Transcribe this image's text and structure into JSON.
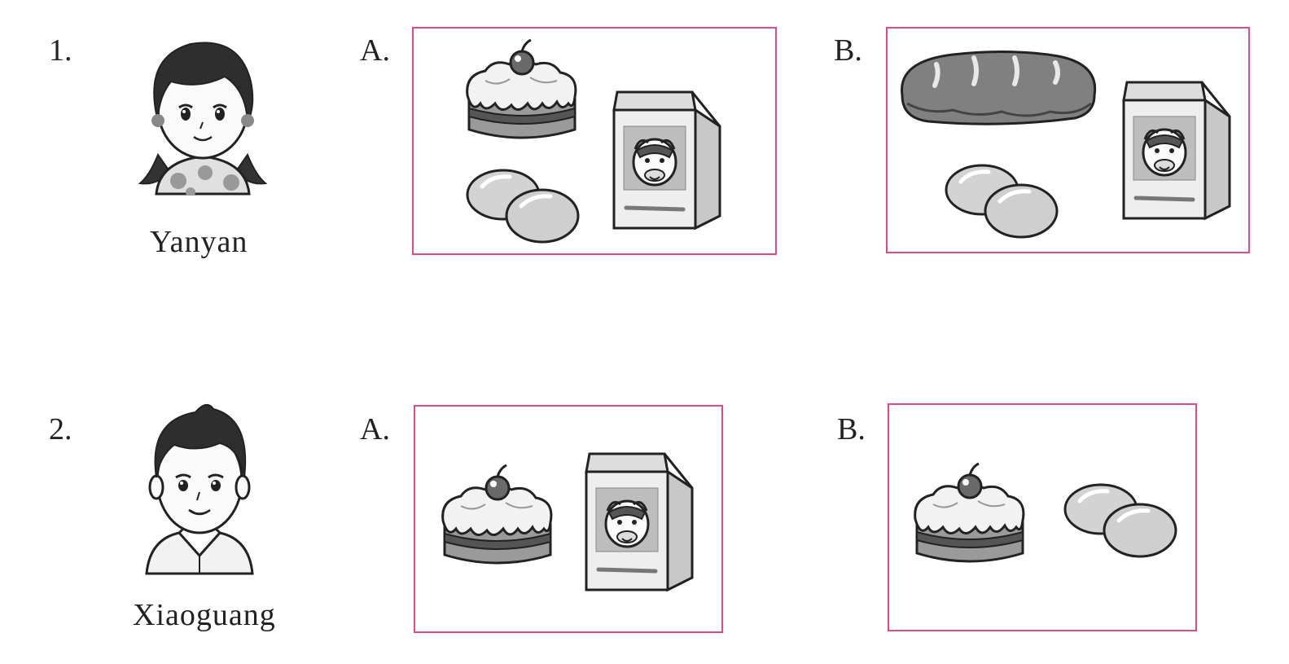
{
  "questions": [
    {
      "number": "1.",
      "child_name": "Yanyan",
      "options": [
        {
          "label": "A.",
          "items": [
            "cake",
            "milk-carton",
            "eggs"
          ]
        },
        {
          "label": "B.",
          "items": [
            "bread",
            "milk-carton",
            "eggs"
          ]
        }
      ]
    },
    {
      "number": "2.",
      "child_name": "Xiaoguang",
      "options": [
        {
          "label": "A.",
          "items": [
            "cake",
            "milk-carton"
          ]
        },
        {
          "label": "B.",
          "items": [
            "cake",
            "eggs"
          ]
        }
      ]
    }
  ],
  "colors": {
    "frame": "#d84b8c",
    "ink": "#222222",
    "fill_gray": "#bdbdbd",
    "fill_light": "#e6e6e6"
  }
}
